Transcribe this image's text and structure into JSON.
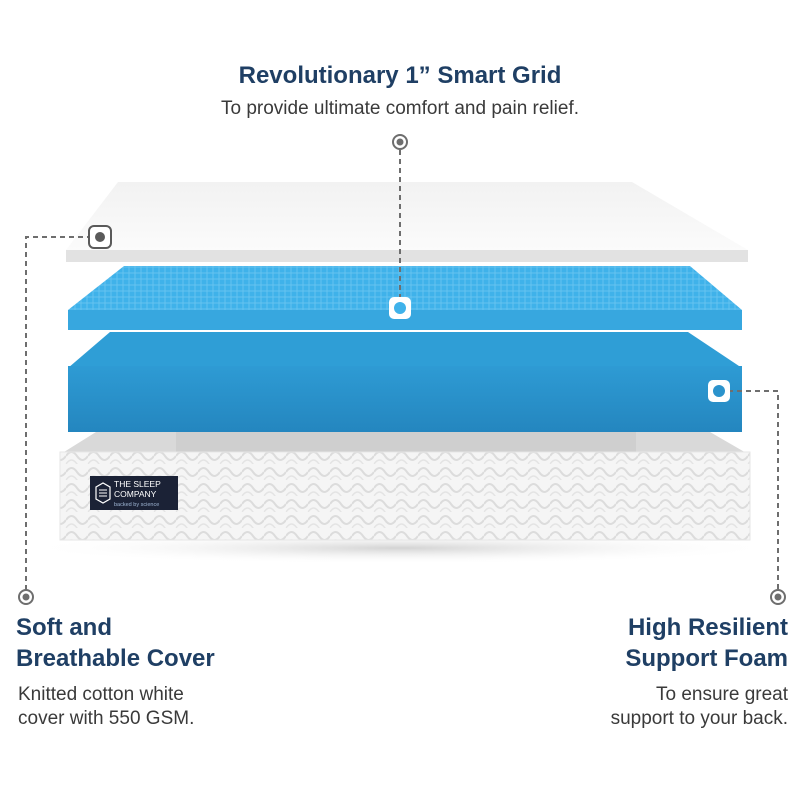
{
  "callouts": {
    "top": {
      "title": "Revolutionary 1” Smart Grid",
      "subtitle": "To provide ultimate comfort and pain relief."
    },
    "left": {
      "title_line1": "Soft and",
      "title_line2": "Breathable Cover",
      "subtitle_line1": "Knitted cotton white",
      "subtitle_line2": "cover with 550 GSM."
    },
    "right": {
      "title_line1": "High Resilient",
      "title_line2": "Support Foam",
      "subtitle_line1": "To ensure great",
      "subtitle_line2": "support to your back."
    }
  },
  "brand": {
    "line1": "THE SLEEP",
    "line2": "COMPANY",
    "tagline": "backed by science"
  },
  "colors": {
    "heading": "#1f3f64",
    "grid_layer": "#3fb2ea",
    "support_foam": "#2b93cc",
    "cover": "#f4f4f4",
    "brand_label": "#1b2236"
  }
}
